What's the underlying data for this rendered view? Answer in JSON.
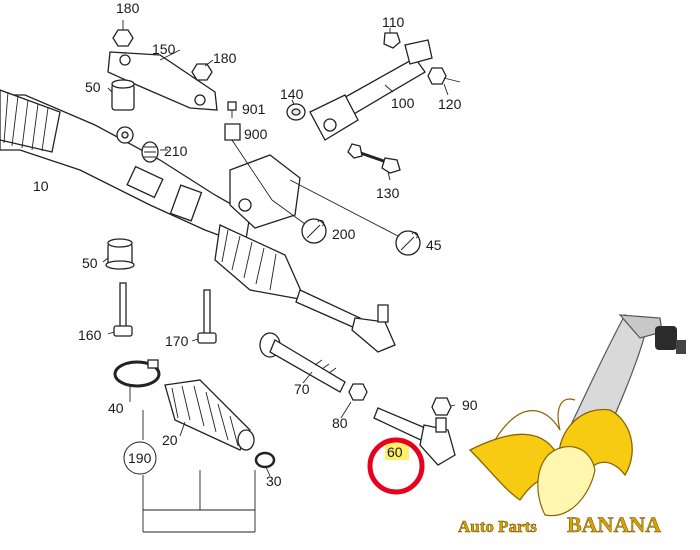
{
  "diagram": {
    "callouts": [
      {
        "id": "180a",
        "text": "180"
      },
      {
        "id": "150",
        "text": "150"
      },
      {
        "id": "180b",
        "text": "180"
      },
      {
        "id": "50a",
        "text": "50"
      },
      {
        "id": "110",
        "text": "110"
      },
      {
        "id": "100",
        "text": "100"
      },
      {
        "id": "120",
        "text": "120"
      },
      {
        "id": "140",
        "text": "140"
      },
      {
        "id": "901",
        "text": "901"
      },
      {
        "id": "900",
        "text": "900"
      },
      {
        "id": "210",
        "text": "210"
      },
      {
        "id": "10",
        "text": "10"
      },
      {
        "id": "130",
        "text": "130"
      },
      {
        "id": "200",
        "text": "200"
      },
      {
        "id": "45",
        "text": "45"
      },
      {
        "id": "50b",
        "text": "50"
      },
      {
        "id": "160",
        "text": "160"
      },
      {
        "id": "170",
        "text": "170"
      },
      {
        "id": "70",
        "text": "70"
      },
      {
        "id": "80",
        "text": "80"
      },
      {
        "id": "90",
        "text": "90"
      },
      {
        "id": "40",
        "text": "40"
      },
      {
        "id": "20",
        "text": "20"
      },
      {
        "id": "190",
        "text": "190"
      },
      {
        "id": "30",
        "text": "30"
      },
      {
        "id": "60",
        "text": "60"
      }
    ],
    "highlight_color": "#e8001f",
    "highlight_fill": "#fff06a"
  },
  "brand": {
    "text_small": "Auto Parts",
    "text_big": "BANANA",
    "color": "#e0ab00"
  }
}
